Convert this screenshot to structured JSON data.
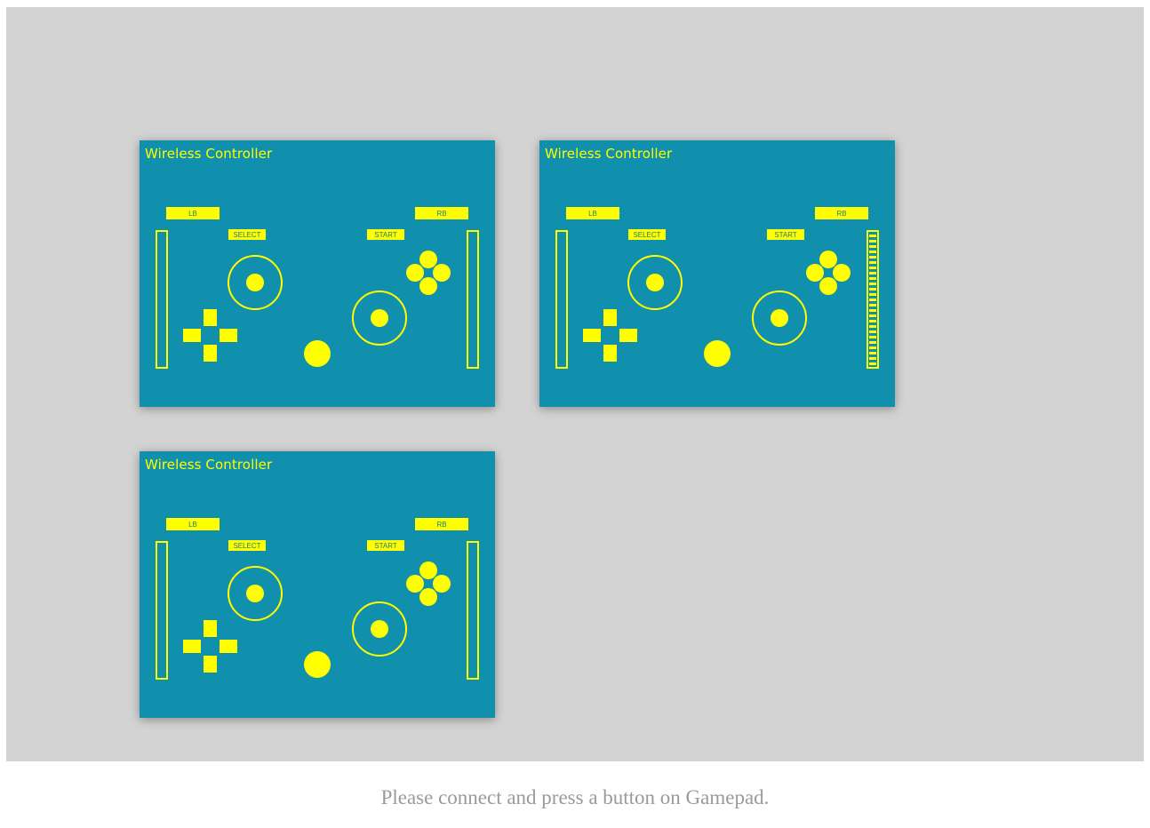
{
  "status_message": "Please connect and press a button on Gamepad.",
  "colors": {
    "stage_bg": "#d3d3d3",
    "pad_bg": "#1190ad",
    "accent": "#ffff00",
    "status_text": "#9a9a9a"
  },
  "icons": {
    "dpad": "dpad-icon",
    "face_buttons": "face-buttons-icon",
    "stick": "analog-stick-icon",
    "home": "home-button-icon",
    "trigger": "trigger-gauge-icon"
  },
  "gamepads": [
    {
      "title": "Wireless Controller",
      "lb_label": "LB",
      "rb_label": "RB",
      "select_label": "SELECT",
      "start_label": "START",
      "left_trigger": 0,
      "right_trigger": 0
    },
    {
      "title": "Wireless Controller",
      "lb_label": "LB",
      "rb_label": "RB",
      "select_label": "SELECT",
      "start_label": "START",
      "left_trigger": 0,
      "right_trigger": 1
    },
    {
      "title": "Wireless Controller",
      "lb_label": "LB",
      "rb_label": "RB",
      "select_label": "SELECT",
      "start_label": "START",
      "left_trigger": 0,
      "right_trigger": 0
    }
  ]
}
